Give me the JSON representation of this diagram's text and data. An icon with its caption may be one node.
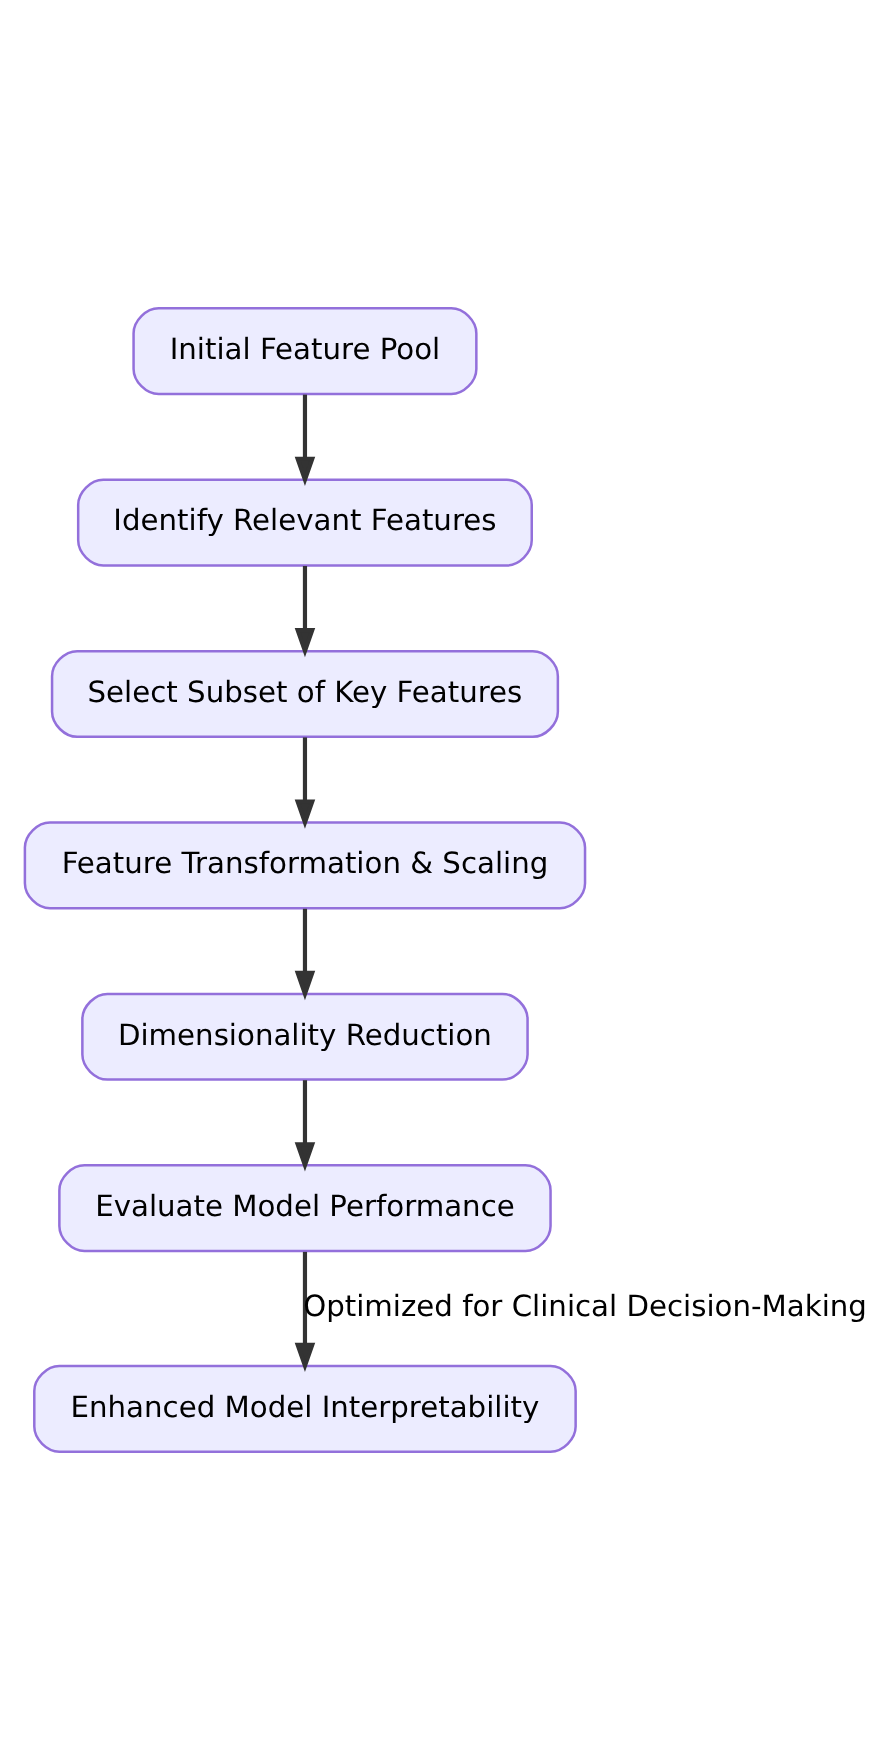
{
  "diagram": {
    "nodes": [
      {
        "text": [
          "Initial Feature Pool"
        ]
      },
      {
        "text": [
          "Identify Relevant Features"
        ]
      },
      {
        "text": [
          "Select Subset of Key Features"
        ]
      },
      {
        "text": [
          "Feature Transformation & Scaling"
        ]
      },
      {
        "text": [
          "Dimensionality Reduction"
        ]
      },
      {
        "text": [
          "Evaluate Model Performance"
        ]
      },
      {
        "text": [
          "Enhanced Model Interpretability"
        ]
      }
    ],
    "edges": [
      {
        "from": 0,
        "to": 1,
        "arrow": "to"
      },
      {
        "from": 1,
        "to": 2,
        "arrow": "to"
      },
      {
        "from": 2,
        "to": 3,
        "arrow": "to"
      },
      {
        "from": 3,
        "to": 4,
        "arrow": "to"
      },
      {
        "from": 4,
        "to": 5,
        "arrow": "to"
      },
      {
        "from": 5,
        "to": 6,
        "arrow": "to",
        "label": "Optimized for Clinical Decision-Making"
      }
    ]
  }
}
